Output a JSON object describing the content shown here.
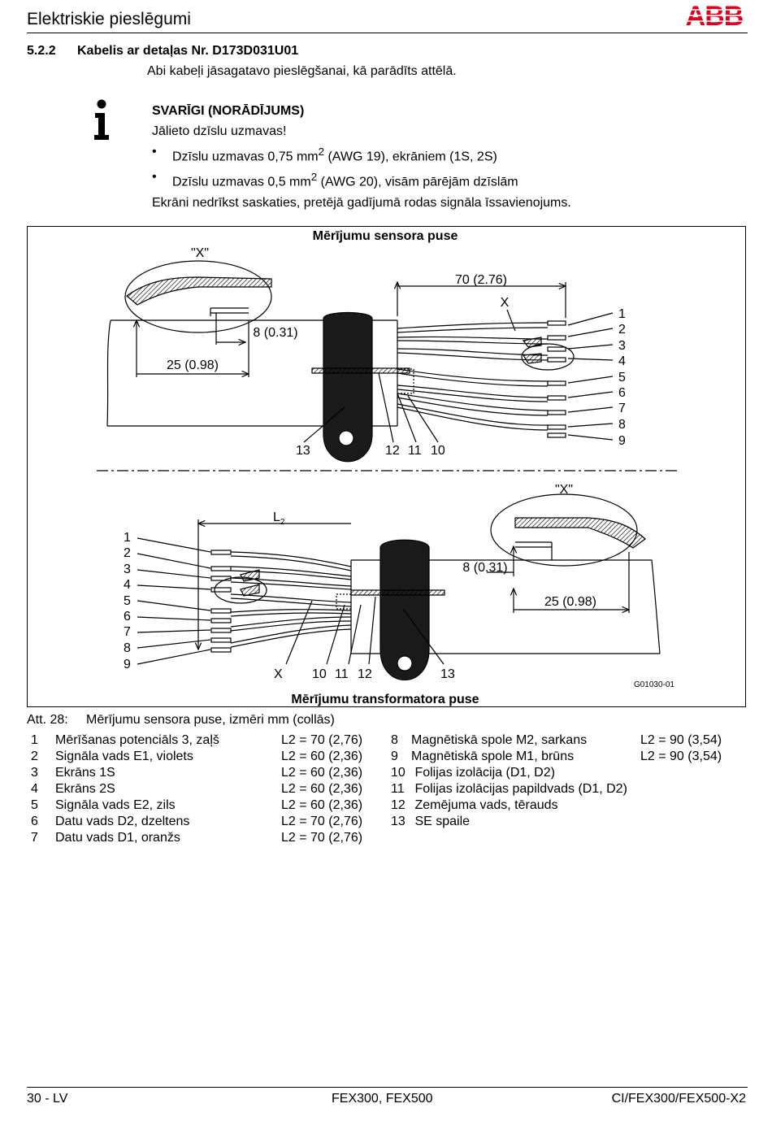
{
  "header": {
    "title": "Elektriskie pieslēgumi",
    "logo_text": "ABB",
    "logo_color": "#e4001b"
  },
  "section": {
    "number": "5.2.2",
    "title": "Kabelis ar detaļas Nr. D173D031U01",
    "intro": "Abi kabeļi jāsagatavo pieslēgšanai, kā parādīts attēlā."
  },
  "note": {
    "icon": "info-icon",
    "heading": "SVARĪGI (NORĀDĪJUMS)",
    "line1": "Jālieto dzīslu uzmavas!",
    "bullet1_a": "Dzīslu uzmavas 0,75 mm",
    "bullet1_sup": "2",
    "bullet1_b": " (AWG 19), ekrāniem (1S, 2S)",
    "bullet2_a": "Dzīslu uzmavas 0,5 mm",
    "bullet2_sup": "2",
    "bullet2_b": " (AWG 20), visām pārējām dzīslām",
    "line_last": "Ekrāni nedrīkst saskaties, pretējā gadījumā rodas signāla īssavienojums."
  },
  "figure": {
    "top_title": "Mērījumu sensora puse",
    "bottom_title": "Mērījumu transformatora puse",
    "detail_label": "\"X\"",
    "dim_70": "70 (2.76)",
    "dim_8": "8 (0.31)",
    "dim_25": "25 (0.98)",
    "x_label": "X",
    "l2_label": "L",
    "l2_sub": "2",
    "wire_numbers": [
      "1",
      "2",
      "3",
      "4",
      "5",
      "6",
      "7",
      "8",
      "9"
    ],
    "part_13": "13",
    "part_12": "12",
    "part_11": "11",
    "part_10": "10",
    "figure_id": "G01030-01"
  },
  "caption": {
    "label": "Att. 28:",
    "text": "Mērījumu sensora puse, izmēri mm (collās)"
  },
  "legend_left": [
    {
      "n": "1",
      "text": "Mērīšanas potenciāls 3, zaļš",
      "value": "L2 = 70 (2,76)"
    },
    {
      "n": "2",
      "text": "Signāla vads E1, violets",
      "value": "L2 = 60 (2,36)"
    },
    {
      "n": "3",
      "text": "Ekrāns 1S",
      "value": "L2 = 60 (2,36)"
    },
    {
      "n": "4",
      "text": "Ekrāns 2S",
      "value": "L2 = 60 (2,36)"
    },
    {
      "n": "5",
      "text": "Signāla vads E2, zils",
      "value": "L2 = 60 (2,36)"
    },
    {
      "n": "6",
      "text": "Datu vads D2, dzeltens",
      "value": "L2 = 70 (2,76)"
    },
    {
      "n": "7",
      "text": "Datu vads D1, oranžs",
      "value": "L2 = 70 (2,76)"
    }
  ],
  "legend_right": [
    {
      "n": "8",
      "text": "Magnētiskā spole M2, sarkans",
      "value": "L2 = 90 (3,54)"
    },
    {
      "n": "9",
      "text": "Magnētiskā spole M1, brūns",
      "value": "L2 = 90 (3,54)"
    },
    {
      "n": "10",
      "text": "Folijas izolācija (D1, D2)",
      "value": ""
    },
    {
      "n": "11",
      "text": "Folijas izolācijas papildvads (D1, D2)",
      "value": ""
    },
    {
      "n": "12",
      "text": "Zemējuma vads, tērauds",
      "value": ""
    },
    {
      "n": "13",
      "text": "SE spaile",
      "value": ""
    }
  ],
  "footer": {
    "left": "30 - LV",
    "center": "FEX300, FEX500",
    "right": "CI/FEX300/FEX500-X2"
  }
}
